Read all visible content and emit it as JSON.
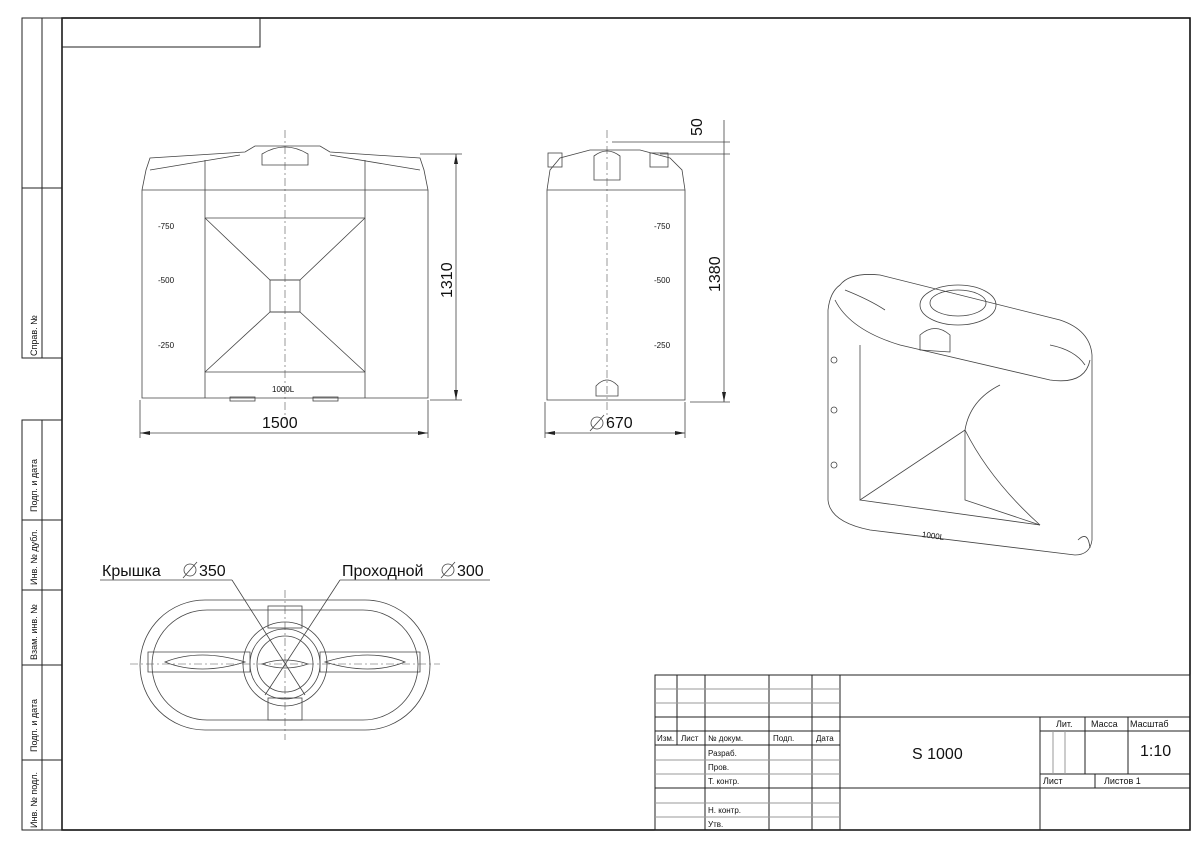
{
  "sidebar": {
    "labels": [
      "Справ. №",
      "Подп. и дата",
      "Инв. № дубл.",
      "Взам. инв. №",
      "Подп. и дата",
      "Инв. № подл."
    ]
  },
  "front_view": {
    "width_dim": "1500",
    "height_dim": "1310",
    "levels": [
      "-750",
      "-500",
      "-250"
    ],
    "volume_mark": "1000L"
  },
  "side_view": {
    "diameter_dim": "670",
    "height_dim": "1380",
    "top_dim": "50",
    "levels": [
      "-750",
      "-500",
      "-250"
    ]
  },
  "top_view": {
    "lid_label": "Крышка",
    "lid_diameter": "350",
    "hatch_label": "Проходной",
    "hatch_diameter": "300"
  },
  "iso_view": {
    "volume_mark": "1000L"
  },
  "title_block": {
    "headers": [
      "Изм.",
      "Лист",
      "№ докум.",
      "Подп.",
      "Дата"
    ],
    "roles": [
      "Разраб.",
      "Пров.",
      "Т. контр.",
      "",
      "Н. контр.",
      "Утв."
    ],
    "designation": "S 1000",
    "lit_label": "Лит.",
    "mass_label": "Масса",
    "scale_label": "Масштаб",
    "scale_value": "1:10",
    "sheet_label": "Лист",
    "sheets_label": "Листов 1"
  }
}
